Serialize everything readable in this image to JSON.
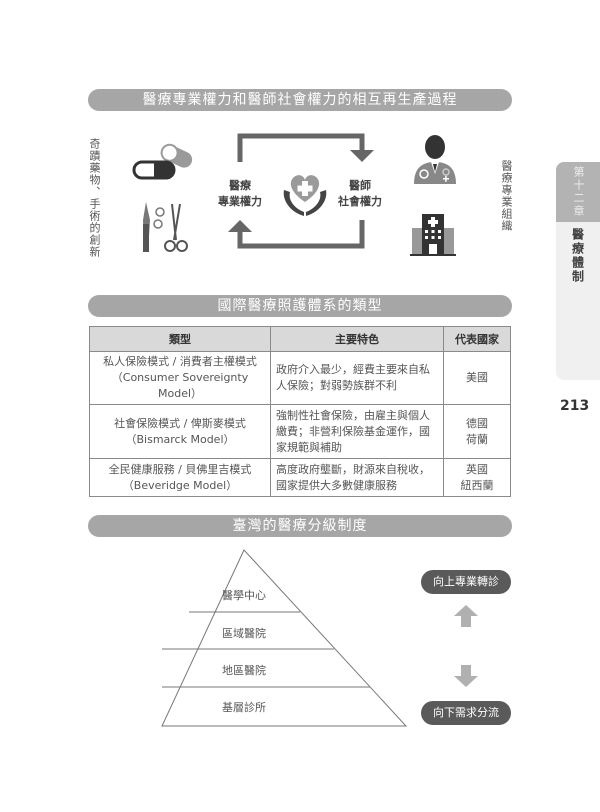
{
  "section1": {
    "title": "醫療專業權力和醫師社會權力的相互再生產過程",
    "left_vertical_text": "奇蹟藥物、手術的創新",
    "right_vertical_text": "醫療專業組織",
    "left_label_line1": "醫療",
    "left_label_line2": "專業權力",
    "right_label_line1": "醫師",
    "right_label_line2": "社會權力",
    "icons": [
      "pill-capsules-icon",
      "surgical-tools-icon",
      "heart-hands-icon",
      "doctor-icon",
      "hospital-icon"
    ]
  },
  "side_tab": {
    "chapter": "第十二章",
    "topic": "醫療體制"
  },
  "page_number": "213",
  "section2": {
    "title": "國際醫療照護體系的類型",
    "headers": [
      "類型",
      "主要特色",
      "代表國家"
    ],
    "rows": [
      {
        "type_line1": "私人保險模式 / 消費者主權模式",
        "type_line2": "（Consumer Sovereignty Model）",
        "features": "政府介入最少，經費主要來自私人保險；對弱勢族群不利",
        "countries": [
          "美國"
        ]
      },
      {
        "type_line1": "社會保險模式 / 俾斯麥模式",
        "type_line2": "（Bismarck Model）",
        "features": "強制性社會保險，由雇主與個人繳費；非營利保險基金運作，國家規範與補助",
        "countries": [
          "德國",
          "荷蘭"
        ]
      },
      {
        "type_line1": "全民健康服務 / 貝佛里吉模式",
        "type_line2": "（Beveridge Model）",
        "features": "高度政府壟斷，財源來自稅收，國家提供大多數健康服務",
        "countries": [
          "英國",
          "紐西蘭"
        ]
      }
    ]
  },
  "section3": {
    "title": "臺灣的醫療分級制度",
    "levels": [
      "醫學中心",
      "區域醫院",
      "地區醫院",
      "基層診所"
    ],
    "up_label": "向上專業轉診",
    "down_label": "向下需求分流"
  }
}
